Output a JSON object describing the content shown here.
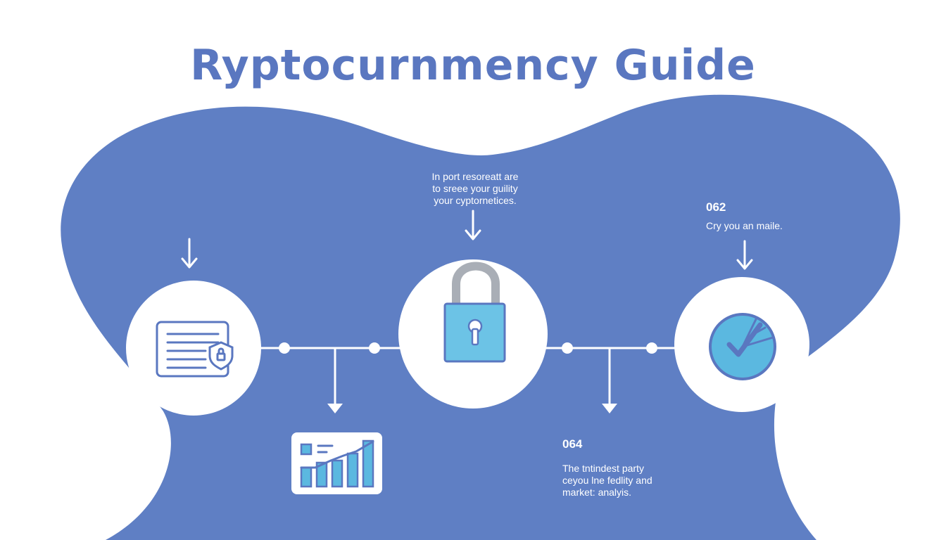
{
  "title": "Ryptocurnmency Guide",
  "colors": {
    "background": "#ffffff",
    "blob": "#5f7fc4",
    "title": "#5a77c0",
    "icon_outline": "#5a77c0",
    "icon_fill": "#5bb8e0",
    "icon_fill_light": "#6cc3e6",
    "shackle": "#a9aeb6",
    "line": "#ffffff"
  },
  "notes": {
    "center": {
      "lines": [
        "In port resoreatt are",
        "to sreee your guility",
        "your cyptornetices."
      ]
    },
    "right": {
      "number": "062",
      "lines": [
        "Cry you an maile."
      ]
    },
    "bottom_right": {
      "number": "064",
      "lines": [
        "The tntindest party",
        "ceyou lne fedlity and",
        "market: analyis."
      ]
    }
  },
  "icons": {
    "document": "document-shield-icon",
    "lock": "padlock-icon",
    "pie": "pie-check-icon",
    "chart": "bar-chart-icon"
  }
}
